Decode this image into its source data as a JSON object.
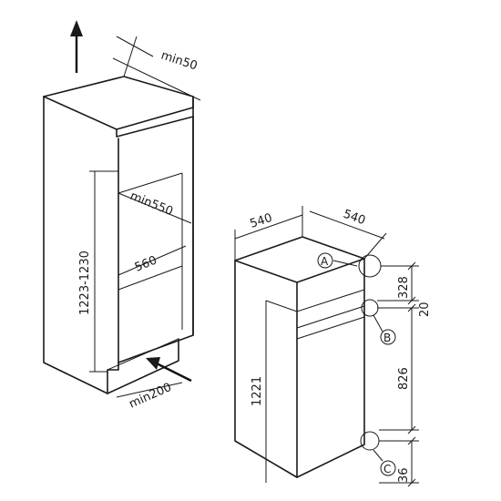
{
  "cabinet": {
    "top_vent_label": "min50",
    "niche_depth_label": "min550",
    "niche_width_label": "560",
    "niche_height_label": "1223-1230",
    "bottom_vent_label": "min200"
  },
  "appliance": {
    "width_label": "540",
    "depth_label": "540",
    "height_label": "1221",
    "top_to_hinge_label": "328",
    "door_gap_label": "20",
    "hinge_span_label": "826",
    "bottom_label": "36",
    "marker_a": "A",
    "marker_b": "B",
    "marker_c": "C"
  }
}
